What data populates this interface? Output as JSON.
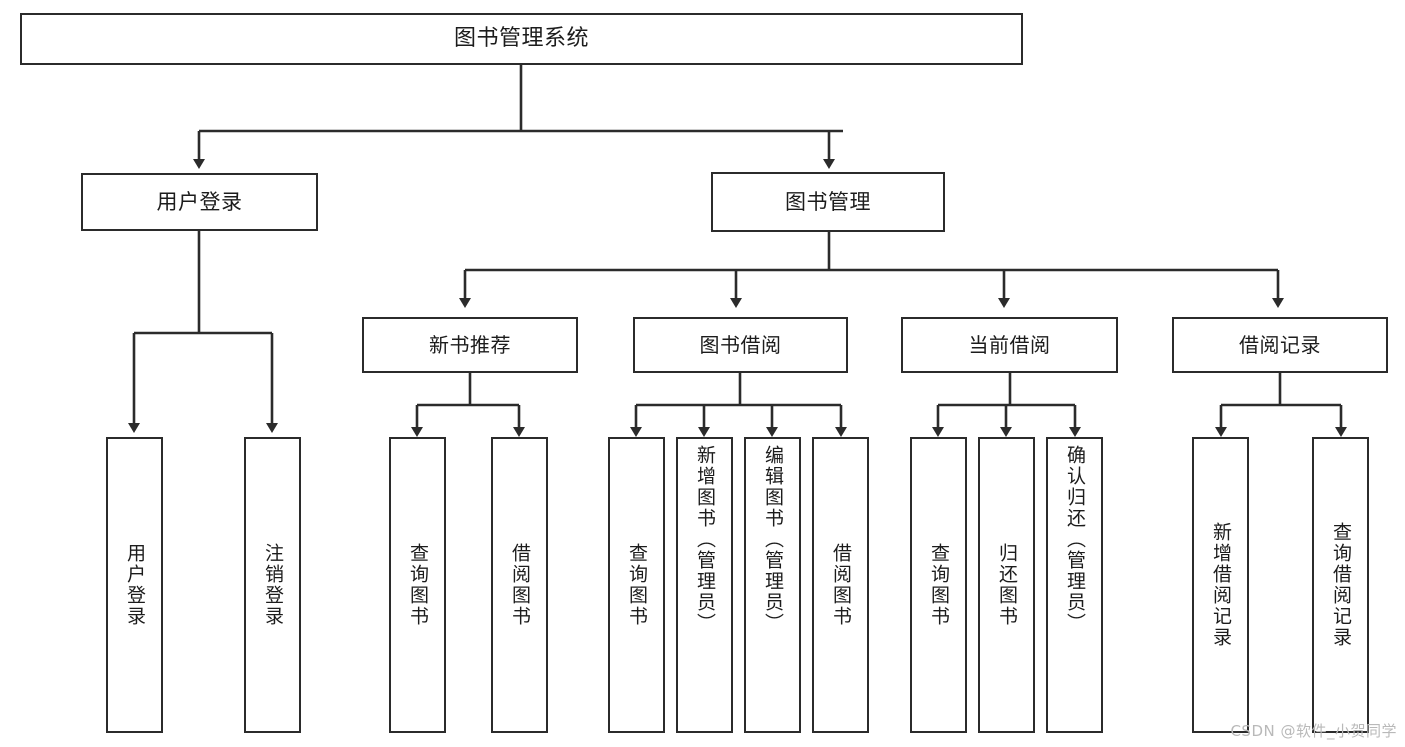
{
  "diagram": {
    "type": "tree",
    "title": "图书管理系统",
    "orientation": "top-down",
    "colors": {
      "box_border": "#2b2b2b",
      "box_fill": "#ffffff",
      "edge": "#2b2b2b",
      "text": "#1c1c1c",
      "watermark": "#b9b9b9"
    },
    "root": {
      "label": "图书管理系统"
    },
    "level1": [
      {
        "label": "用户登录"
      },
      {
        "label": "图书管理"
      }
    ],
    "level2": [
      {
        "label": "新书推荐"
      },
      {
        "label": "图书借阅"
      },
      {
        "label": "当前借阅"
      },
      {
        "label": "借阅记录"
      }
    ],
    "leaves": {
      "user_login": [
        {
          "label": "用户登录"
        },
        {
          "label": "注销登录"
        }
      ],
      "new_book": [
        {
          "label": "查询图书"
        },
        {
          "label": "借阅图书"
        }
      ],
      "book_borrow": [
        {
          "label": "查询图书"
        },
        {
          "label": "新增图书（管理员）"
        },
        {
          "label": "编辑图书（管理员）"
        },
        {
          "label": "借阅图书"
        }
      ],
      "current_borrow": [
        {
          "label": "查询图书"
        },
        {
          "label": "归还图书"
        },
        {
          "label": "确认归还（管理员）"
        }
      ],
      "borrow_record": [
        {
          "label": "新增借阅记录"
        },
        {
          "label": "查询借阅记录"
        }
      ]
    }
  },
  "watermark": {
    "text": "CSDN @软件_小贺同学"
  }
}
